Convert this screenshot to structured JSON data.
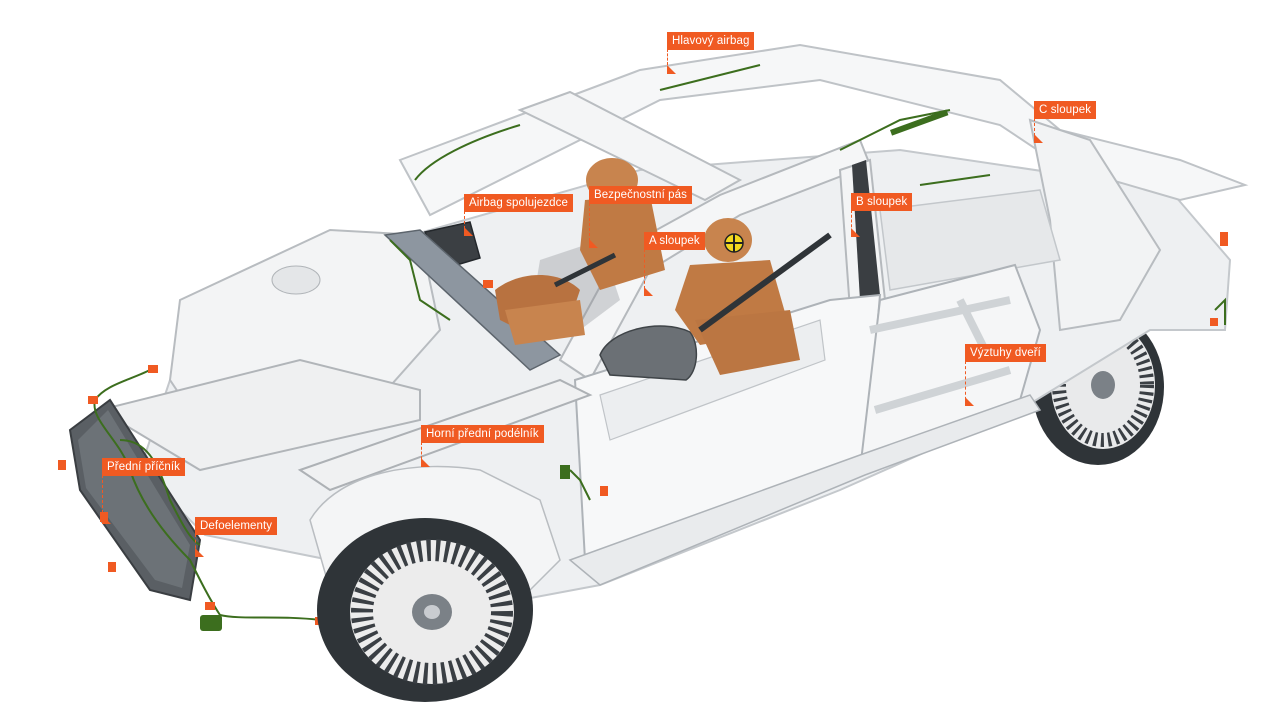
{
  "colors": {
    "accent": "#f05a22",
    "body_panel": "#f2f2f2",
    "body_shadow": "#cfd2d6",
    "tire": "#2f3438",
    "dummy": "#c8844e",
    "harness": "#3c6e1e",
    "connector": "#f05a22"
  },
  "callouts": [
    {
      "id": "hlavovy-airbag",
      "label": "Hlavový airbag"
    },
    {
      "id": "c-sloupek",
      "label": "C sloupek"
    },
    {
      "id": "airbag-spolujezdce",
      "label": "Airbag spolujezdce"
    },
    {
      "id": "bezpecnostni-pas",
      "label": "Bezpečnostní pás"
    },
    {
      "id": "b-sloupek",
      "label": "B sloupek"
    },
    {
      "id": "a-sloupek",
      "label": "A sloupek"
    },
    {
      "id": "vyztuhy-dveri",
      "label": "Výztuhy dveří"
    },
    {
      "id": "horni-predni-podelnik",
      "label": "Horní přední podélník"
    },
    {
      "id": "predni-pricnik",
      "label": "Přední příčník"
    },
    {
      "id": "defoelementy",
      "label": "Defoelementy"
    }
  ]
}
